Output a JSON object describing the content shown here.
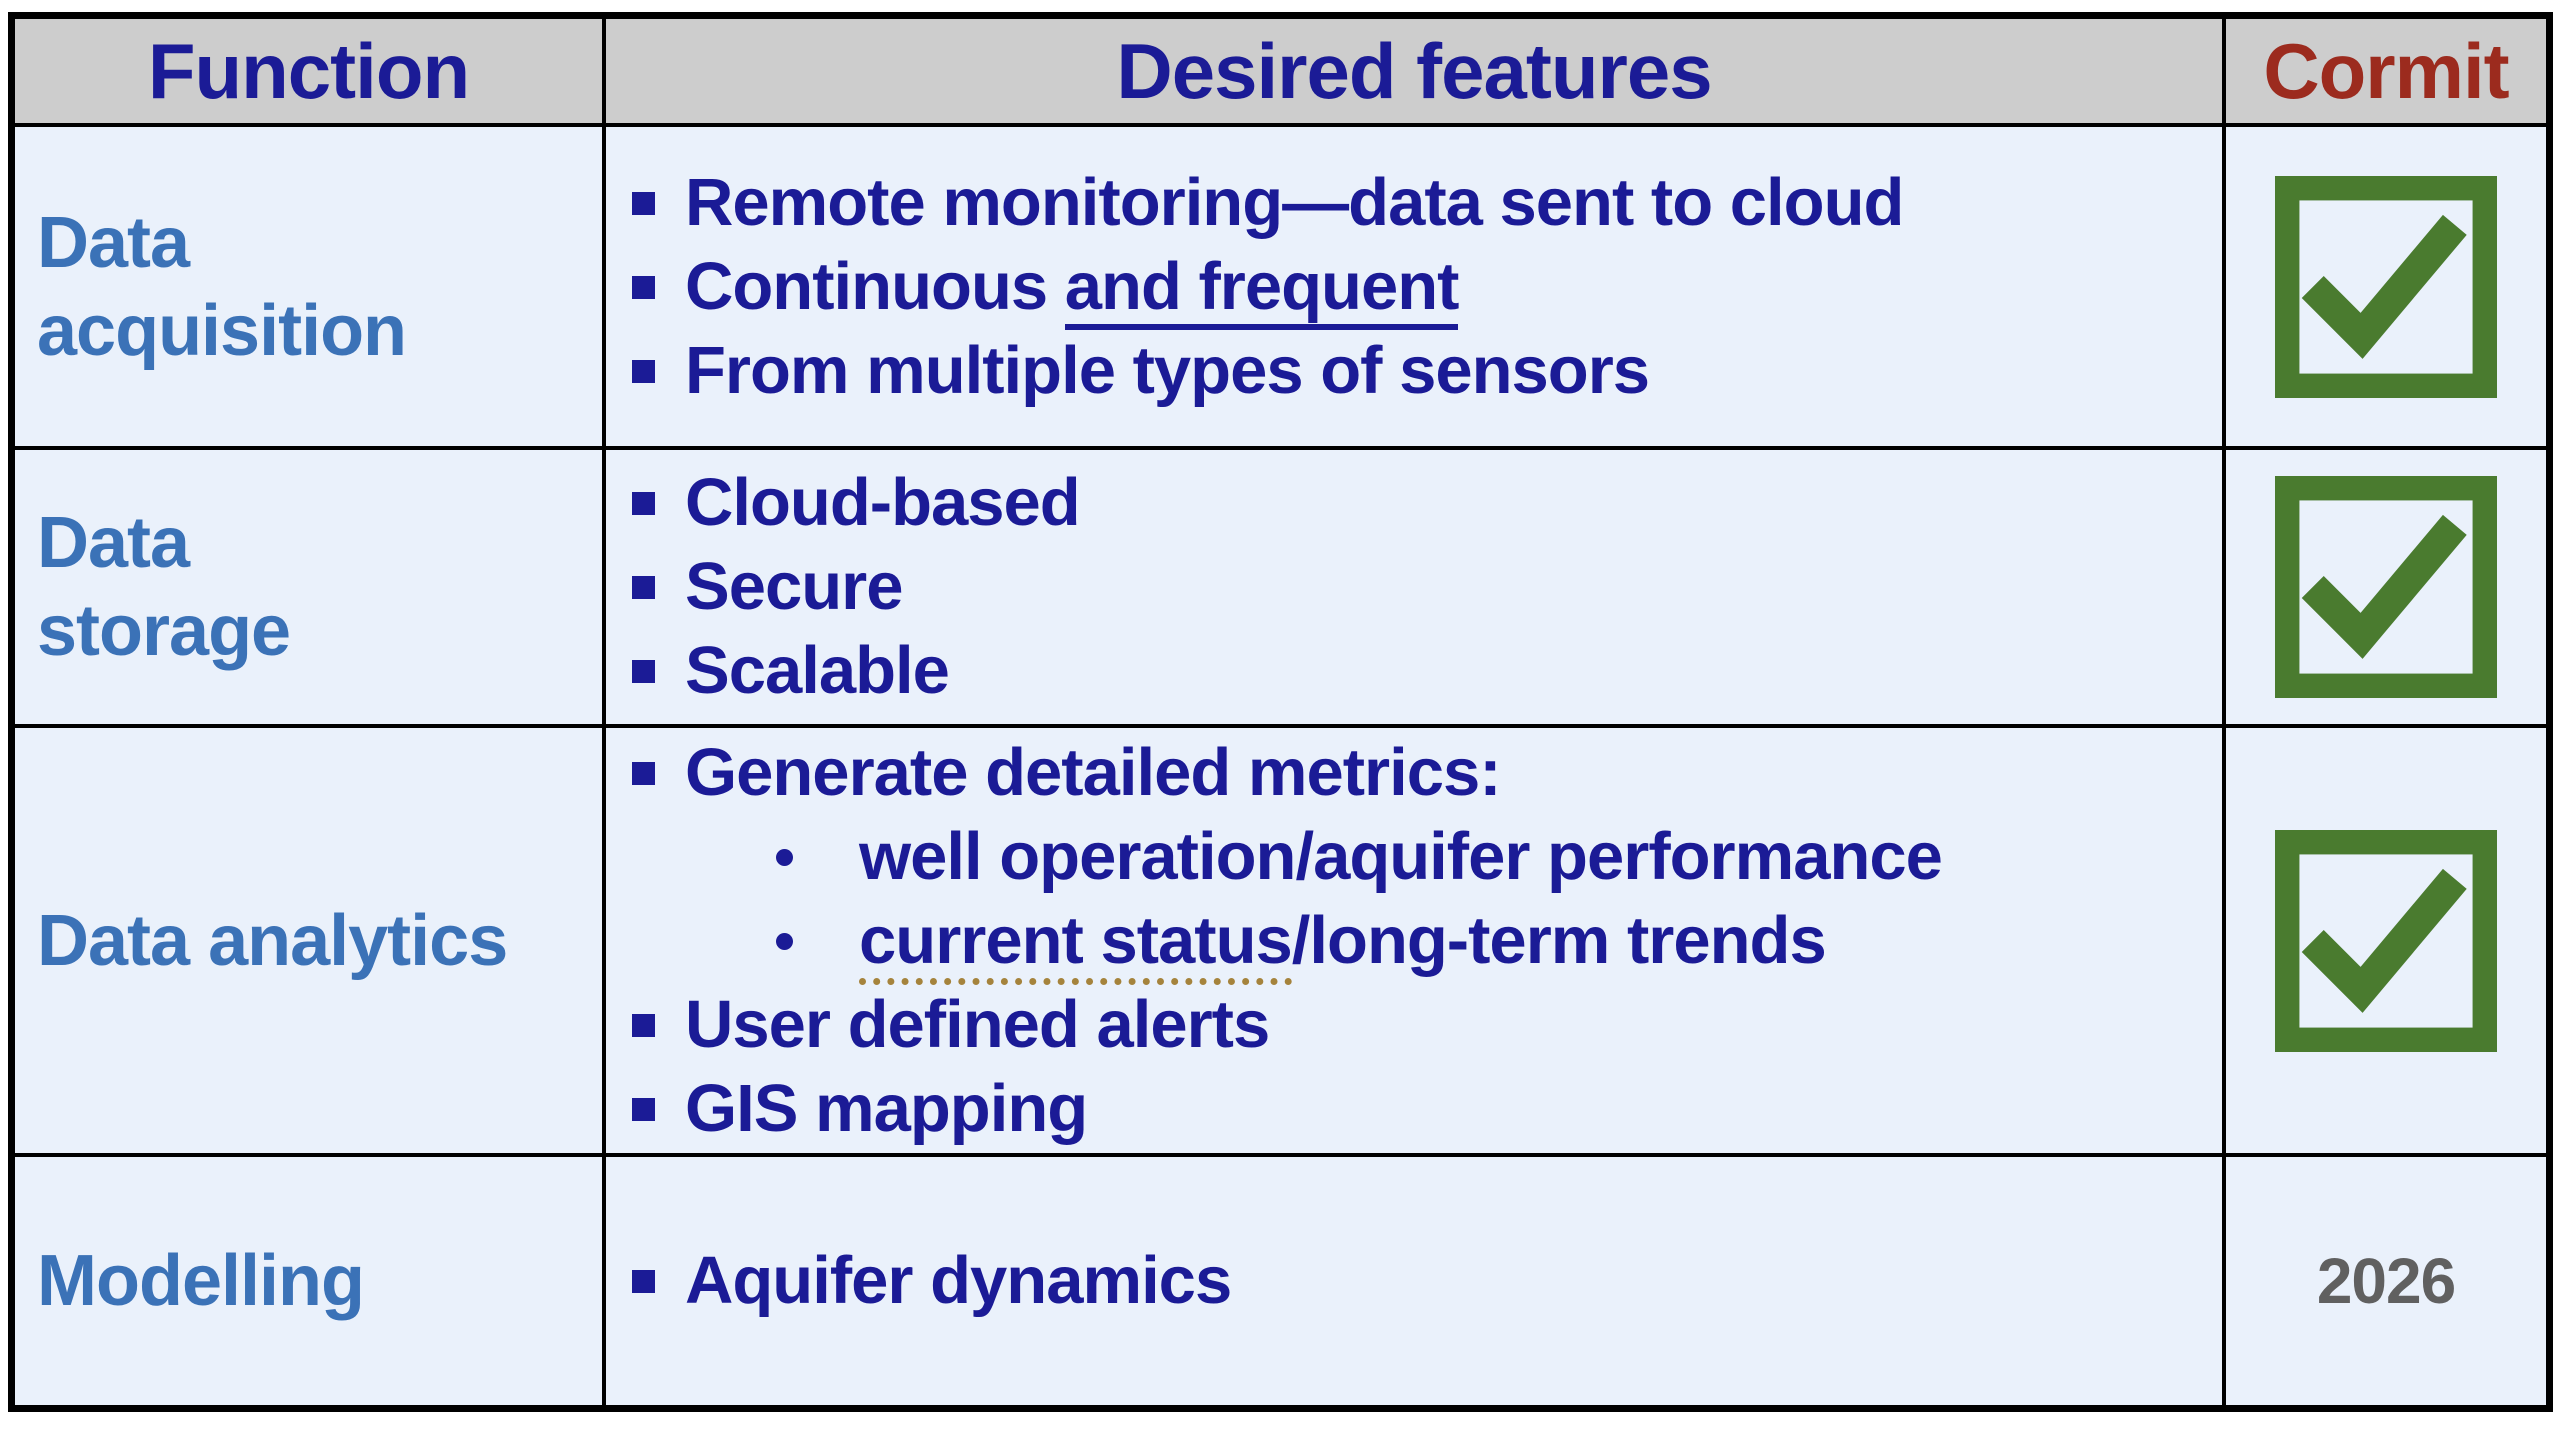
{
  "colors": {
    "header_bg": "#CDCDCD",
    "cell_bg": "#EAF1FB",
    "grid_line": "#000000",
    "navy_text": "#1B1B96",
    "function_label_blue": "#3B72B7",
    "cormit_red": "#9C2B1E",
    "check_green": "#4A7B2F",
    "year_gray": "#606060",
    "dotted_underline_tan": "#A5833C"
  },
  "header": {
    "function": "Function",
    "features": "Desired features",
    "cormit": "Cormit"
  },
  "rows": [
    {
      "label_lines": [
        "Data",
        "acquisition"
      ],
      "features": [
        {
          "text": "Remote monitoring—data sent to cloud"
        },
        {
          "pre": "Continuous ",
          "underlined": "and frequent"
        },
        {
          "text": "From multiple types of sensors"
        }
      ],
      "commit": {
        "type": "check",
        "icon": "checked-checkbox"
      }
    },
    {
      "label_lines": [
        "Data",
        "storage"
      ],
      "features": [
        {
          "text": "Cloud-based"
        },
        {
          "text": "Secure"
        },
        {
          "text": "Scalable"
        }
      ],
      "commit": {
        "type": "check",
        "icon": "checked-checkbox"
      }
    },
    {
      "label_lines": [
        "Data analytics"
      ],
      "features": [
        {
          "text": "Generate detailed metrics:"
        },
        {
          "level": 2,
          "text": "well operation/aquifer performance"
        },
        {
          "level": 2,
          "dotted": "current status",
          "post": "/long-term trends"
        },
        {
          "text": "User defined alerts"
        },
        {
          "text": "GIS mapping"
        }
      ],
      "commit": {
        "type": "check",
        "icon": "checked-checkbox"
      }
    },
    {
      "label_lines": [
        "Modelling"
      ],
      "features": [
        {
          "text": "Aquifer dynamics"
        }
      ],
      "commit": {
        "type": "year",
        "value": "2026"
      }
    }
  ]
}
